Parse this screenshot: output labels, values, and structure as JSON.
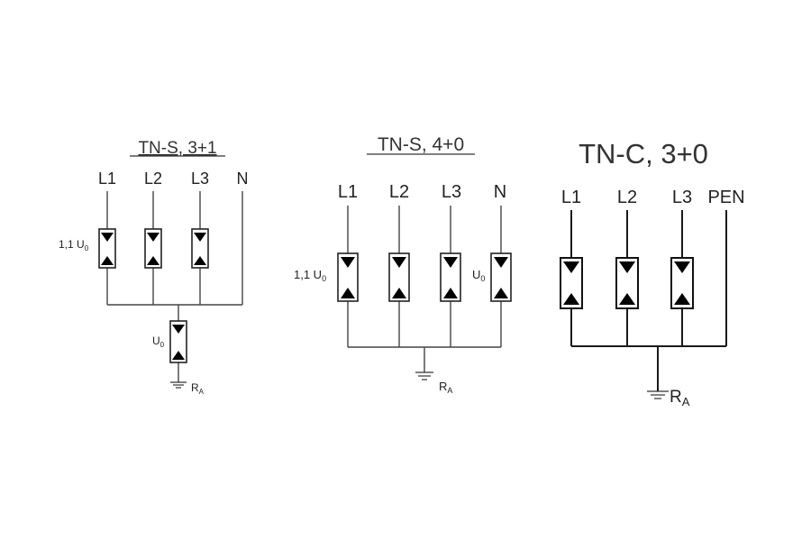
{
  "diagram1": {
    "title": "TN-S, 3+1",
    "conductors": [
      "L1",
      "L2",
      "L3",
      "N"
    ],
    "spd_label_main": "1,1 U",
    "spd_label_main_sub": "0",
    "spd_label_np": "U",
    "spd_label_np_sub": "0",
    "earth_label": "R",
    "earth_label_sub": "A"
  },
  "diagram2": {
    "title": "TN-S, 4+0",
    "conductors": [
      "L1",
      "L2",
      "L3",
      "N"
    ],
    "spd_label_main": "1,1 U",
    "spd_label_main_sub": "0",
    "spd_label_n": "U",
    "spd_label_n_sub": "0",
    "earth_label": "R",
    "earth_label_sub": "A"
  },
  "diagram3": {
    "title": "TN-C, 3+0",
    "conductors": [
      "L1",
      "L2",
      "L3",
      "PEN"
    ],
    "earth_label": "R",
    "earth_label_sub": "A"
  }
}
